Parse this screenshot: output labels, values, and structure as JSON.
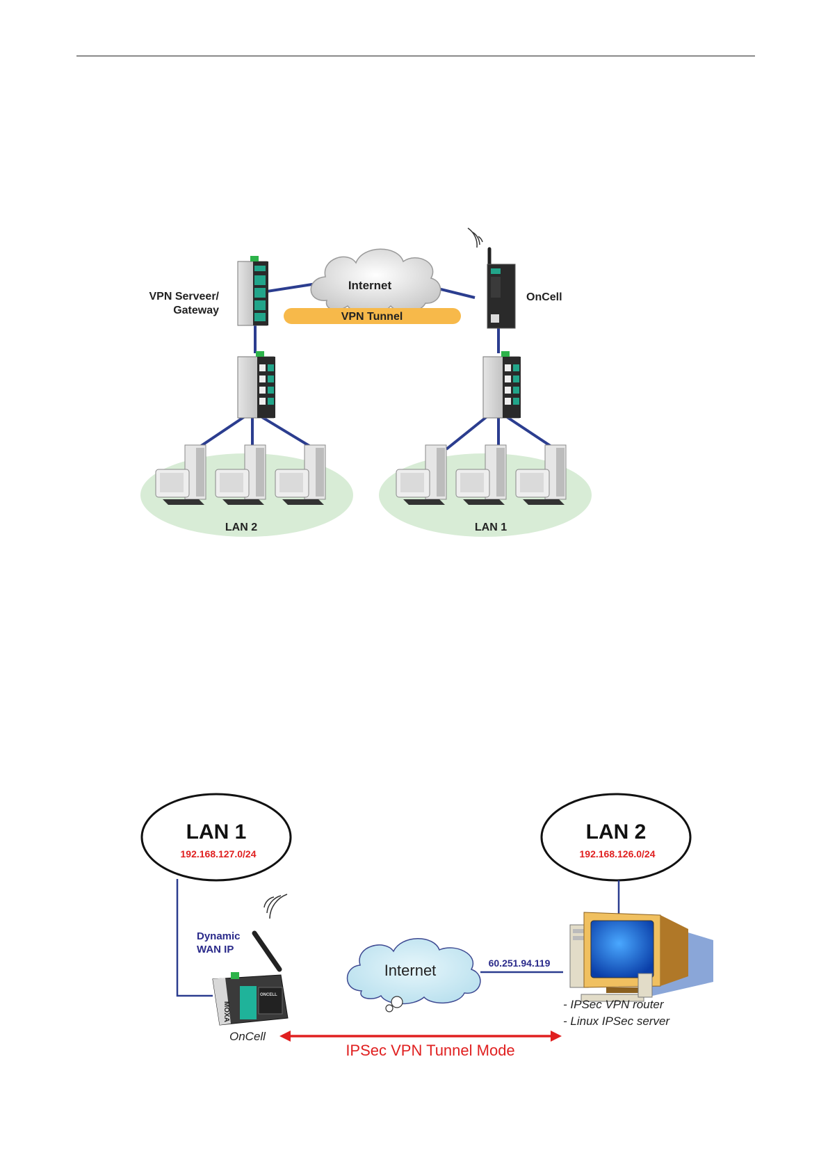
{
  "diagram1": {
    "vpn_server_line1": "VPN Serveer/",
    "vpn_server_line2": "Gateway",
    "internet": "Internet",
    "vpn_tunnel": "VPN Tunnel",
    "oncell": "OnCell",
    "lan_left": "LAN 2",
    "lan_right": "LAN 1"
  },
  "diagram2": {
    "lan1_title": "LAN 1",
    "lan1_subnet": "192.168.127.0/24",
    "lan2_title": "LAN 2",
    "lan2_subnet": "192.168.126.0/24",
    "dynamic_line1": "Dynamic",
    "dynamic_line2": "WAN IP",
    "internet": "Internet",
    "server_ip": "60.251.94.119",
    "server_note1": "- IPSec VPN router",
    "server_note2": "- Linux IPSec server",
    "oncell": "OnCell",
    "tunnel_mode": "IPSec VPN Tunnel Mode",
    "device_brand": "MOXA",
    "device_model": "ONCELL"
  },
  "colors": {
    "link_blue": "#2b3d8f",
    "tunnel_orange": "#f7b94a",
    "lan_green": "#d8ecd6",
    "subnet_red": "#e02020",
    "tunnel_red": "#e02020",
    "label_navy": "#2a2a8a"
  }
}
